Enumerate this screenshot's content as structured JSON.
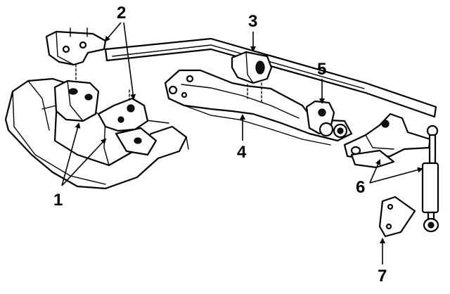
{
  "diagram": {
    "line_color": "#000000",
    "background_color": "#ffffff",
    "callouts": [
      {
        "id": "1",
        "label": "1"
      },
      {
        "id": "2",
        "label": "2"
      },
      {
        "id": "3",
        "label": "3"
      },
      {
        "id": "4",
        "label": "4"
      },
      {
        "id": "5",
        "label": "5"
      },
      {
        "id": "6",
        "label": "6"
      },
      {
        "id": "7",
        "label": "7"
      }
    ]
  }
}
